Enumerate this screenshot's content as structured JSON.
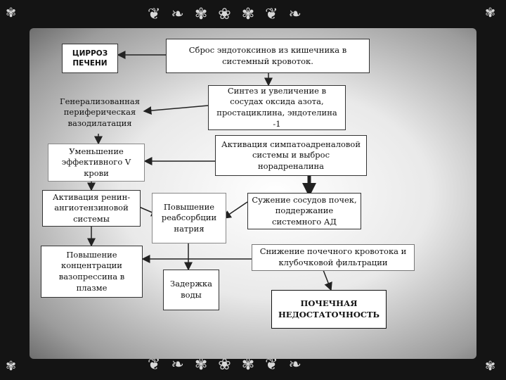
{
  "boxes": {
    "cirrhosis": "ЦИРРОЗ ПЕЧЕНИ",
    "endotoxins": "Сброс эндотоксинов из кишечника в системный кровоток.",
    "synthesis": "Синтез и увеличение в сосудах оксида азота, простациклина, эндотелина -1",
    "vasodilation": "Генерализованная периферическая вазодилатация",
    "sympathetic": "Активация симпатоадреналовой системы и выброс норадреналина",
    "effective_volume": "Уменьшение эффективного V крови",
    "renin": "Активация ренин-ангиотензиновой системы",
    "sodium": "Повышение реабсорбции натрия",
    "constriction": "Сужение сосудов почек, поддержание системного АД",
    "blood_flow": "Снижение почечного кровотока и клубочковой фильтрации",
    "vasopressin": "Повышение концентрации вазопрессина в плазме",
    "water": "Задержка воды",
    "renal_failure": "ПОЧЕЧНАЯ НЕДОСТАТОЧНОСТЬ"
  },
  "colors": {
    "background": "#141414",
    "panel": "#ffffff",
    "box_border": "#333333",
    "arrow": "#222222"
  }
}
